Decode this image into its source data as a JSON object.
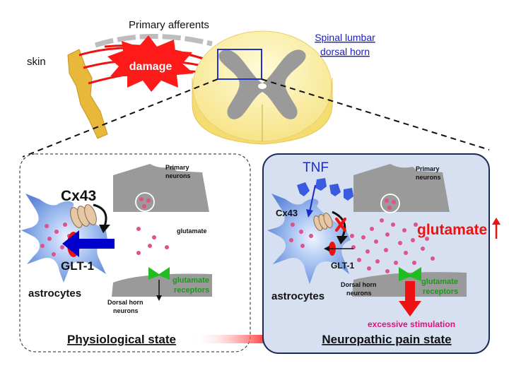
{
  "top": {
    "skin_label": "skin",
    "afferents_label": "Primary afferents",
    "damage_label": "damage",
    "spinal_label_line1": "Spinal lumbar",
    "spinal_label_line2": "dorsal horn"
  },
  "left_panel": {
    "cx43_label": "Cx43",
    "glt1_label": "GLT-1",
    "astrocytes_label": "astrocytes",
    "primary_neurons_line1": "Primary",
    "primary_neurons_line2": "neurons",
    "glutamate_label": "glutamate",
    "receptors_line1": "glutamate",
    "receptors_line2": "receptors",
    "dorsal_line1": "Dorsal horn",
    "dorsal_line2": "neurons",
    "state_label": "Physiological state"
  },
  "right_panel": {
    "tnf_label": "TNF",
    "cx43_label": "Cx43",
    "glt1_label": "GLT-1",
    "astrocytes_label": "astrocytes",
    "primary_neurons_line1": "Primary",
    "primary_neurons_line2": "neurons",
    "glutamate_label": "glutamate",
    "receptors_line1": "glutamate",
    "receptors_line2": "receptors",
    "dorsal_line1": "Dorsal horn",
    "dorsal_line2": "neurons",
    "stimulation_label": "excessive stimulation",
    "state_label": "Neuropathic pain state"
  },
  "colors": {
    "damage_red": "#ff1a1a",
    "skin_gold": "#e8b83a",
    "cord_yellow": "#fbf0a8",
    "grey_matter": "#9a9a9a",
    "astrocyte_blue": "#7fa6e8",
    "panel_blue": "#d6e0f0",
    "transport_arrow": "#0000cc",
    "receptor_green": "#22bb22",
    "glt1_red": "#ee1111",
    "vesicle_pink": "#e0508a",
    "label_green": "#1a9a1a",
    "stim_magenta": "#e0107a",
    "spinal_link_blue": "#1a1ad0"
  }
}
